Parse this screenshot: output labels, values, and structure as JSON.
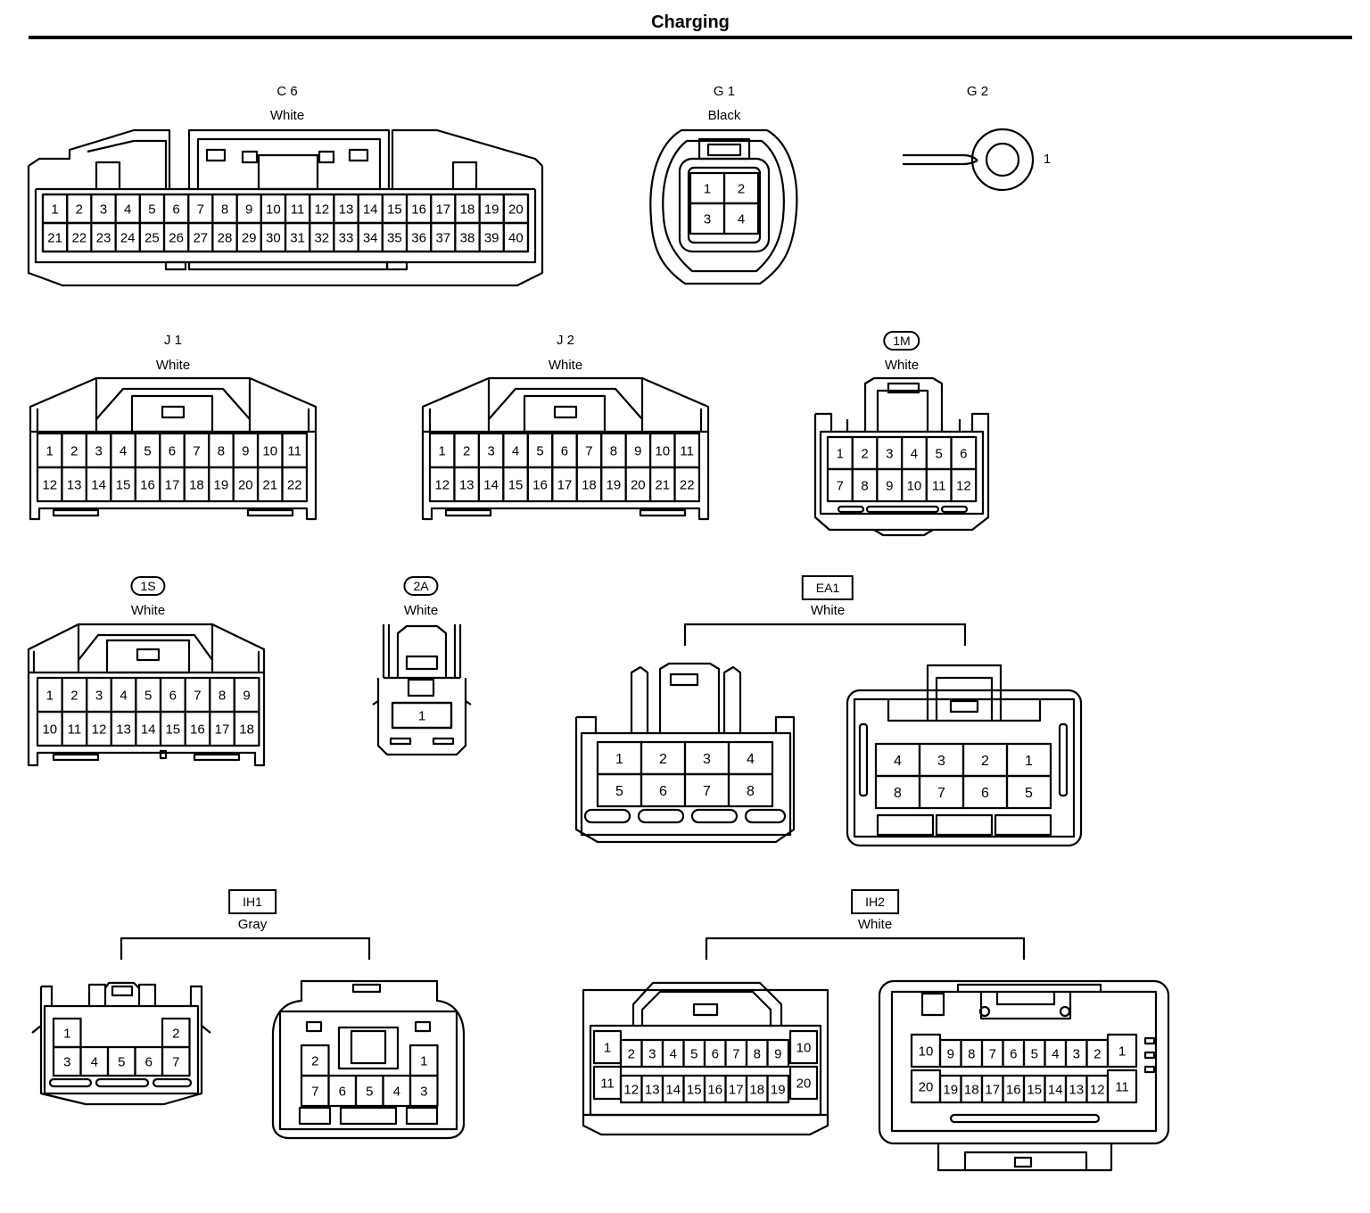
{
  "page": {
    "title": "Charging"
  },
  "connectors": {
    "c6": {
      "code": "C 6",
      "color": "White"
    },
    "g1": {
      "code": "G 1",
      "color": "Black"
    },
    "g2": {
      "code": "G 2",
      "terminal": "1"
    },
    "j1": {
      "code": "J 1",
      "color": "White"
    },
    "j2": {
      "code": "J 2",
      "color": "White"
    },
    "m1": {
      "code": "1M",
      "color": "White"
    },
    "s1": {
      "code": "1S",
      "color": "White"
    },
    "a2": {
      "code": "2A",
      "color": "White"
    },
    "ea1": {
      "code": "EA1",
      "color": "White"
    },
    "ih1": {
      "code": "IH1",
      "color": "Gray"
    },
    "ih2": {
      "code": "IH2",
      "color": "White"
    }
  }
}
